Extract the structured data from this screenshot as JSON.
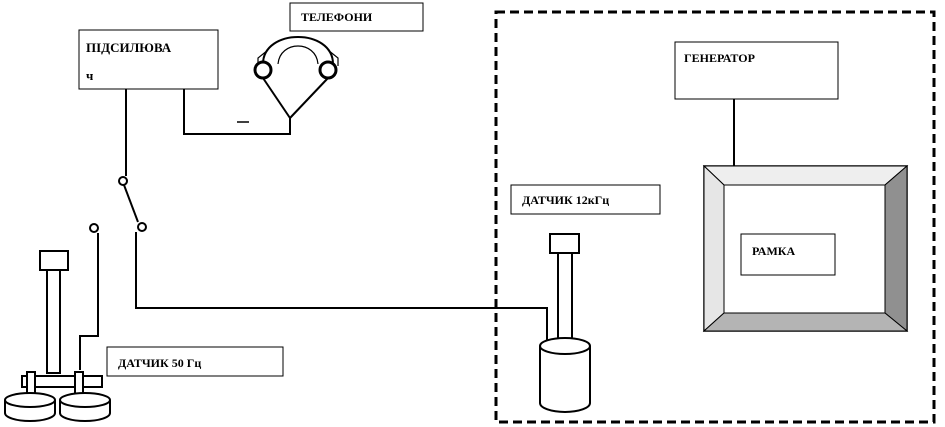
{
  "labels": {
    "amplifier_line1": "ПІДСИЛЮВА",
    "amplifier_line2": "ч",
    "telephones": "ТЕЛЕФОНИ",
    "generator": "ГЕНЕРАТОР",
    "frame": "РАМКА",
    "sensor_12khz": "ДАТЧИК 12кГц",
    "sensor_50hz": "ДАТЧИК 50 Гц"
  },
  "colors": {
    "line": "#000000",
    "background": "#ffffff",
    "frame_bevel_light": "#eeeeee",
    "frame_bevel_dark": "#909090"
  }
}
